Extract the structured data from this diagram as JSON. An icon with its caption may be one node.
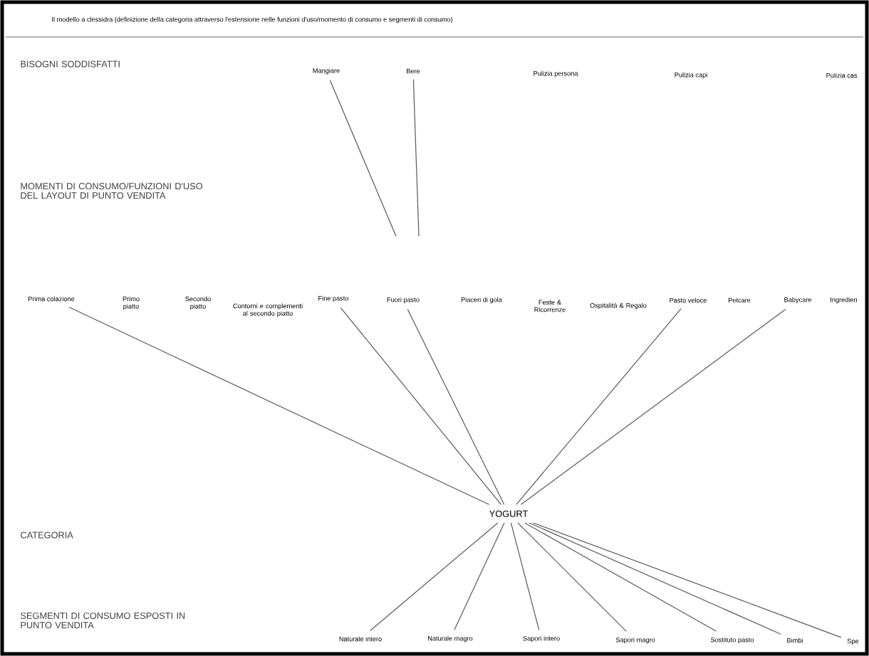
{
  "diagram": {
    "title": "Il modello a clessidra (definizione della categoria attraverso l'estensione nelle funzioni d'uso/momento di consumo e segmenti di consumo)",
    "nodes": [
      {
        "text": [
          "Mangiare"
        ]
      },
      {
        "text": [
          "Bere"
        ]
      },
      {
        "text": [
          "Pulizia persona"
        ]
      },
      {
        "text": [
          "Pulizia capi"
        ]
      },
      {
        "text": [
          "Pulizia cas"
        ]
      },
      {
        "text": [
          "Prima colazione"
        ]
      },
      {
        "text": [
          "Primo piatto"
        ]
      },
      {
        "text": [
          "Secondo piatto"
        ]
      },
      {
        "text": [
          "Contorni e complementi al secondo piatto"
        ]
      },
      {
        "text": [
          "Fine pasto"
        ]
      },
      {
        "text": [
          "Fuori pasto"
        ]
      },
      {
        "text": [
          "Piaceri di gola"
        ]
      },
      {
        "text": [
          "Feste & Ricorrenze"
        ]
      },
      {
        "text": [
          "Ospitalità & Regalo"
        ]
      },
      {
        "text": [
          "Pasto veloce"
        ]
      },
      {
        "text": [
          "Petcare"
        ]
      },
      {
        "text": [
          "Babycare"
        ]
      },
      {
        "text": [
          "Ingredien"
        ]
      },
      {
        "text": [
          "YOGURT"
        ]
      },
      {
        "text": [
          "Naturale intero"
        ]
      },
      {
        "text": [
          "Naturale magro"
        ]
      },
      {
        "text": [
          "Sapori intero"
        ]
      },
      {
        "text": [
          "Sapori magro"
        ]
      },
      {
        "text": [
          "Sostituto pasto"
        ]
      },
      {
        "text": [
          "Bimbi"
        ]
      },
      {
        "text": [
          "Spe"
        ]
      }
    ],
    "edges": [
      {
        "from": 0,
        "to": null,
        "arrow": "none"
      },
      {
        "from": 1,
        "to": null,
        "arrow": "none"
      },
      {
        "from": 5,
        "to": 18,
        "arrow": "none"
      },
      {
        "from": 9,
        "to": 18,
        "arrow": "none"
      },
      {
        "from": 10,
        "to": 18,
        "arrow": "none"
      },
      {
        "from": 14,
        "to": 18,
        "arrow": "none"
      },
      {
        "from": 16,
        "to": 18,
        "arrow": "none"
      },
      {
        "from": 18,
        "to": 19,
        "arrow": "none"
      },
      {
        "from": 18,
        "to": 20,
        "arrow": "none"
      },
      {
        "from": 18,
        "to": 21,
        "arrow": "none"
      },
      {
        "from": 18,
        "to": 22,
        "arrow": "none"
      },
      {
        "from": 18,
        "to": 23,
        "arrow": "none"
      },
      {
        "from": 18,
        "to": 24,
        "arrow": "none"
      },
      {
        "from": 18,
        "to": 25,
        "arrow": "none"
      }
    ],
    "labels": [
      "BISOGNI SODDISFATTI",
      "MOMENTI DI CONSUMO/FUNZIONI D'USO DEL LAYOUT DI PUNTO VENDITA",
      "CATEGORIA",
      "SEGMENTI DI CONSUMO ESPOSTI IN PUNTO VENDITA"
    ]
  }
}
